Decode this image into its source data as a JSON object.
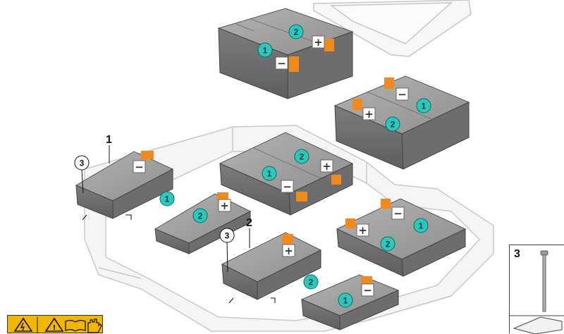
{
  "callouts": {
    "part_1": "1",
    "part_2": "2",
    "part_3_left": "3",
    "part_3_mid": "3",
    "legend_3": "3"
  },
  "badges": {
    "one": "1",
    "two": "2"
  },
  "polarity": {
    "plus": "+",
    "minus": "−"
  },
  "colors": {
    "module_body": "#8d8d8d",
    "module_top": "#a9a9a9",
    "badge": "#2cc7bd",
    "terminal": "#f08a1c",
    "tray": "#f4f4f4",
    "warning": "#f2b705"
  },
  "icons": [
    "warning-triangle-icon",
    "high-voltage-icon",
    "glove-icon",
    "bolt-part-icon",
    "washer-part-icon"
  ]
}
